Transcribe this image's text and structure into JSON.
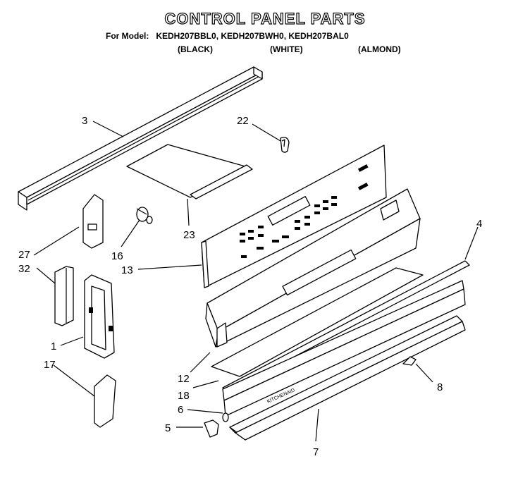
{
  "header": {
    "title": "CONTROL PANEL PARTS",
    "model_label": "For Model:",
    "models": "KEDH207BBL0, KEDH207BWH0, KEDH207BAL0",
    "variants": [
      "(BLACK)",
      "(WHITE)",
      "(ALMOND)"
    ]
  },
  "callouts": {
    "c3": "3",
    "c22": "22",
    "c23": "23",
    "c27": "27",
    "c16": "16",
    "c13": "13",
    "c32": "32",
    "c4": "4",
    "c1": "1",
    "c17": "17",
    "c12": "12",
    "c18": "18",
    "c8": "8",
    "c6": "6",
    "c5": "5",
    "c7": "7"
  }
}
